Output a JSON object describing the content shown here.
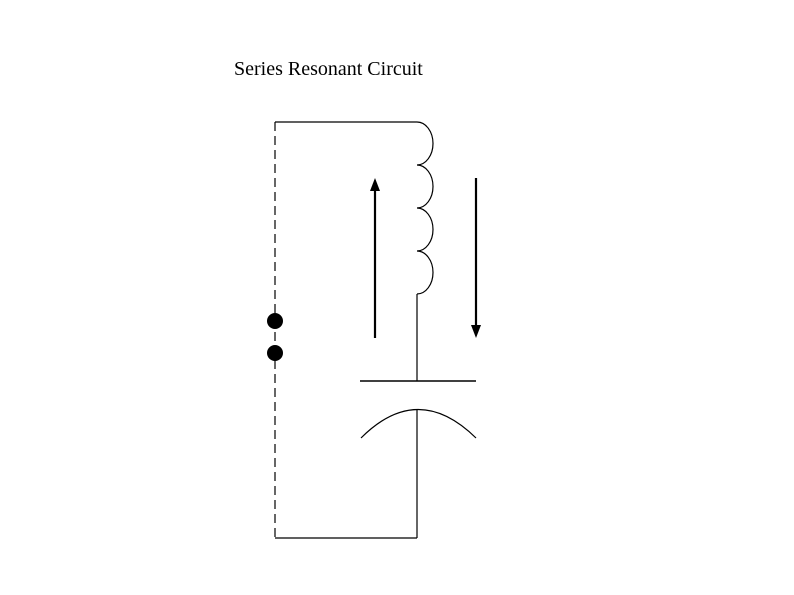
{
  "title": "Series Resonant Circuit",
  "colors": {
    "background": "#ffffff",
    "ink": "#000000"
  },
  "components": {
    "inductor": "inductor-coil",
    "capacitor": "capacitor-plates",
    "terminals": "terminal-dot",
    "return_path": "dashed-wire",
    "current_up": "arrow-up",
    "current_down": "arrow-down"
  }
}
